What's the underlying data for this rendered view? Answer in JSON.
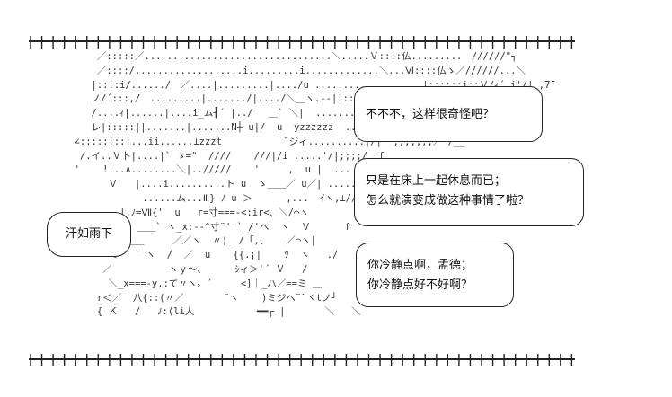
{
  "art": {
    "lines": [
      "            ／:::::／.................................＼.....Ｖ::::仏.........　//////\"┐",
      "            ／::::/...................i.........i.............＼...Ⅵ::::仏ゝ／//////...＼",
      "           |::::i/....../　／....|.........|..../u .................  |::::::i::Ｖ/ｨ´ i'/| ,7¨",
      "           ノ/´:::,/　.........|......./|..../＼＿ヽ.-‐|::::::::i/'/; f",
      "           /....ｨ|......|....i_ム┨´ |../　 ＿` ＼|  ....... T../ /;  |",
      "           レ|:::::||.......|.......N┼ u|/  u  yzzzzzz  .....  |7r´ ;;;;; 乂",
      "        ∠::::::::|...ii......⊥zzzt           ﾞジィ..........|/|  ;;;;;;;／ /__",
      "         /.イ..Ｖ卜|....|` ゝ=\"  ////    ///|/i .....'/|;;;;/  f",
      "        '    !...∧........＼|../////    '     ,  u |  ... j/|/ /  |",
      "              Ｖ   |....i..........ト u  ゝ＿＿／ u／| ...../////  |",
      "                    ......ム...Ⅲ} ﾉ u ＞      ,...  ｲヽ,⊥///// u  乂",
      "                |.ﾉ=Ⅶ{'  u   r=寸===-<:ir<、＼/⌒ヽ",
      "                   ＿＿` ヽ_x:--^寸¨''` /'ヘ  ヽ  Ｖ      f",
      "                 ＿＿     ／／ヽ  〃¦  /「,、   ／⌒ヽ|",
      "              ＜ ¨ ` ヽ  /  ／  u    {{.¡|    ﾂ  ヽ   ./       |",
      "             ／          ヽｙ～、     ｼィ＞'´ Ｖ   /         乂",
      "              ＼_x===-y.:て〃ヽ〟´     <]｜_ハ／==ミ ＿",
      "            r＜／  八{::(〃／       ¨ヽ    )ミジヘ¨¨ヾtノ┘",
      "            { Ｋ   /   ﾉ:(li人           ━━┌ |       ＼   ＼"
    ]
  },
  "bubbles": {
    "b1": {
      "lines": [
        "不不不，这样很奇怪吧？"
      ]
    },
    "b2": {
      "lines": [
        "只是在床上一起休息而已；",
        "怎么就演变成做这种事情了啦？"
      ]
    },
    "tag": {
      "lines": [
        "汗如雨下"
      ]
    },
    "b3": {
      "lines": [
        "你冷静点啊，孟德；",
        "你冷静点好不好啊？"
      ]
    }
  }
}
